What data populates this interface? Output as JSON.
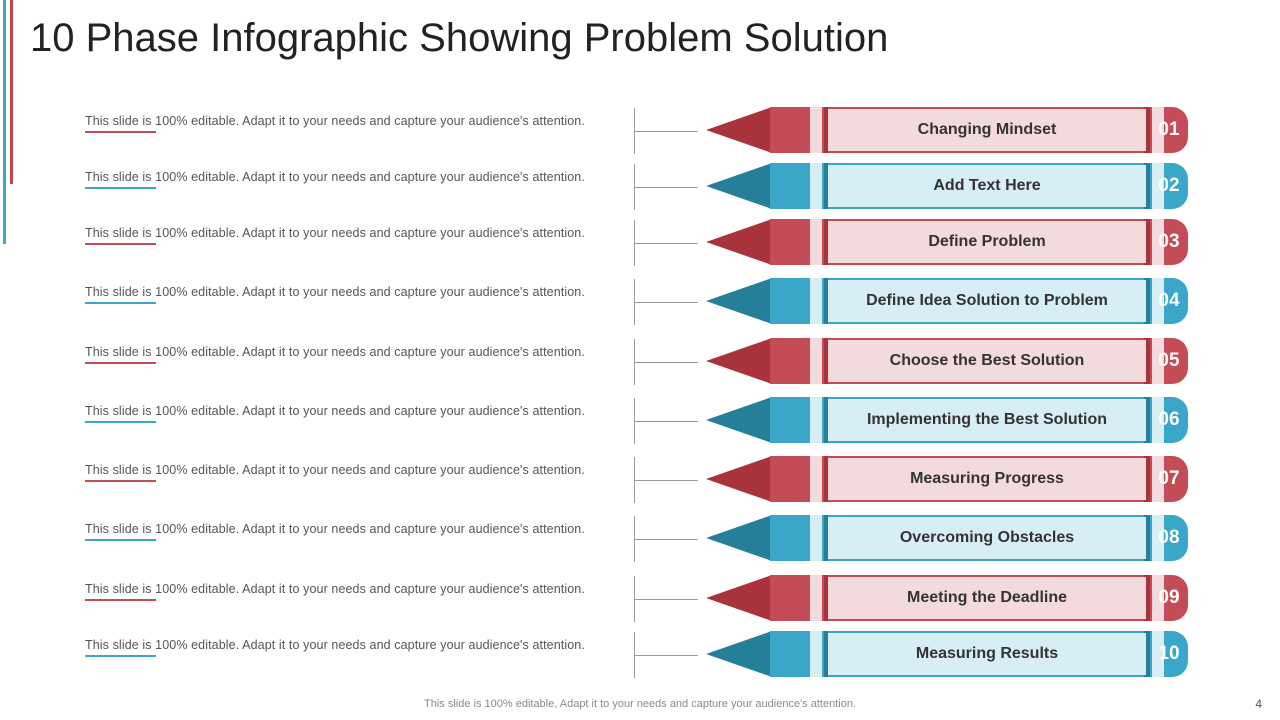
{
  "title": "10 Phase Infographic Showing Problem Solution",
  "description_text": "This slide is 100% editable. Adapt it to your needs and capture your audience's attention.",
  "footer_text": "This slide is 100% editable, Adapt it to your needs and capture your audience's attention.",
  "page_number": "4",
  "colors": {
    "red_dark": "#a9333c",
    "red_mid": "#c44c57",
    "red_light": "#f3dadc",
    "blue_dark": "#257f98",
    "blue_mid": "#3aa7c9",
    "blue_light": "#d6eef4"
  },
  "phases": [
    {
      "number": "01",
      "label": "Changing Mindset",
      "description": "This slide is 100% editable. Adapt it to your needs and capture your audience's attention.",
      "color": "red"
    },
    {
      "number": "02",
      "label": "Add  Text Here",
      "description": "This slide is 100% editable. Adapt it to your needs and capture your audience's attention.",
      "color": "blue"
    },
    {
      "number": "03",
      "label": "Define Problem",
      "description": "This slide is 100% editable. Adapt it to your needs and capture your audience's attention.",
      "color": "red"
    },
    {
      "number": "04",
      "label": "Define Idea  Solution to Problem",
      "description": "This slide is 100% editable. Adapt it to your needs and capture your audience's attention.",
      "color": "blue"
    },
    {
      "number": "05",
      "label": "Choose the Best Solution",
      "description": "This slide is 100% editable. Adapt it to your needs and capture your audience's attention.",
      "color": "red"
    },
    {
      "number": "06",
      "label": "Implementing  the Best Solution",
      "description": "This slide is 100% editable. Adapt it to your needs and capture your audience's attention.",
      "color": "blue"
    },
    {
      "number": "07",
      "label": "Measuring Progress",
      "description": "This slide is 100% editable. Adapt it to your needs and capture your audience's attention.",
      "color": "red"
    },
    {
      "number": "08",
      "label": "Overcoming Obstacles",
      "description": "This slide is 100% editable. Adapt it to your needs and capture your audience's attention.",
      "color": "blue"
    },
    {
      "number": "09",
      "label": "Meeting the Deadline",
      "description": "This slide is 100% editable. Adapt it to your needs and capture your audience's attention.",
      "color": "red"
    },
    {
      "number": "10",
      "label": "Measuring Results",
      "description": "This slide is 100% editable. Adapt it to your needs and capture your audience's attention.",
      "color": "blue"
    }
  ]
}
